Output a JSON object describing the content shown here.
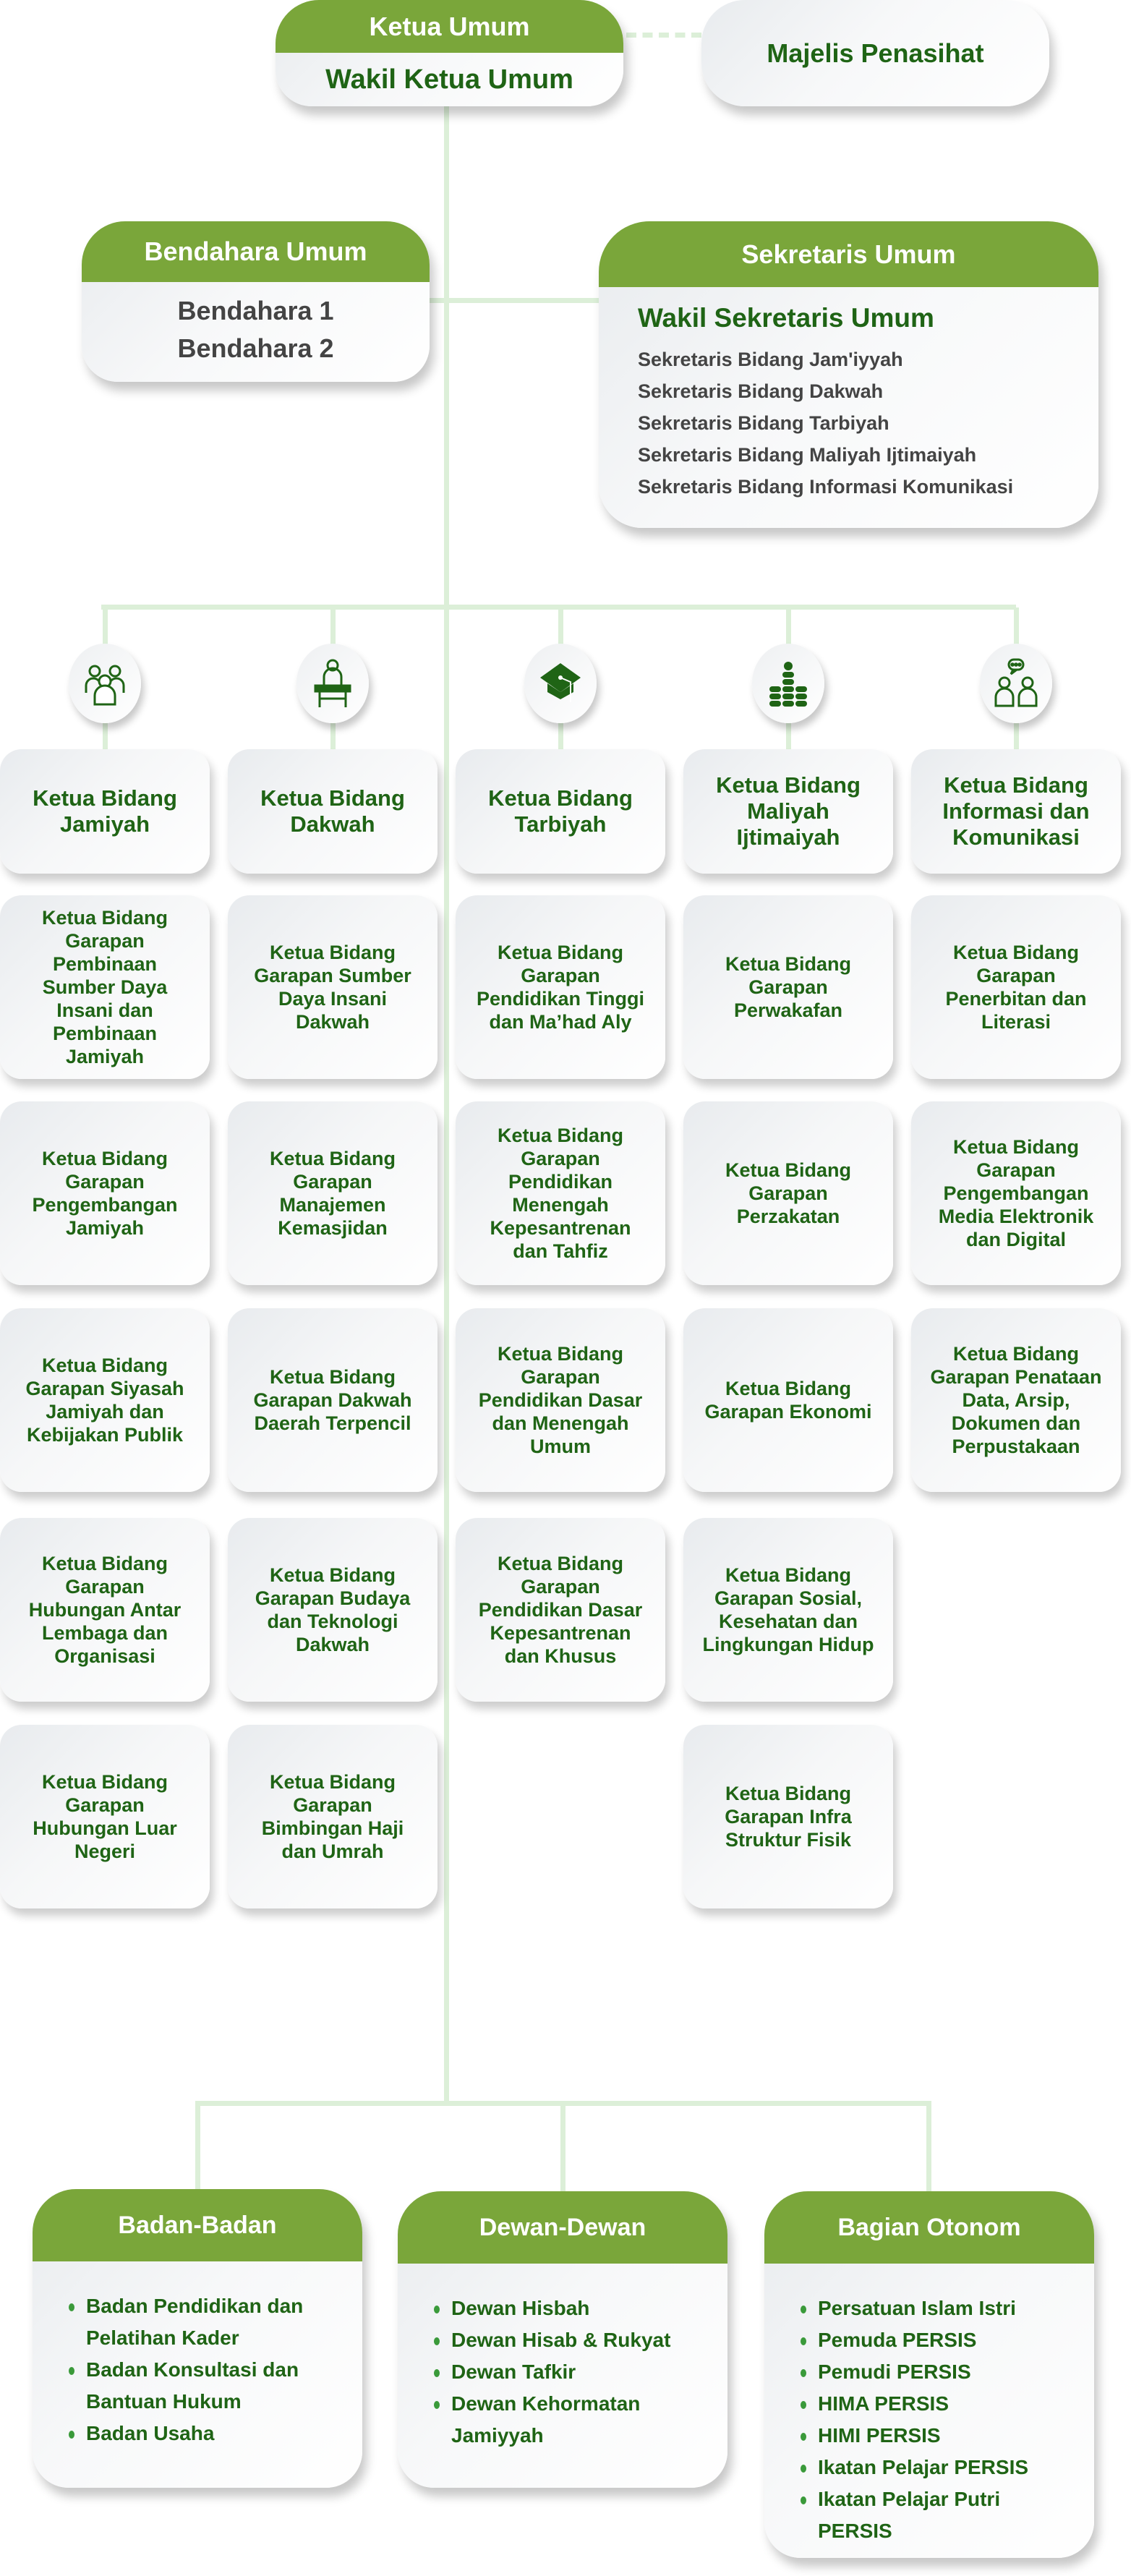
{
  "top": {
    "ketua_umum": "Ketua Umum",
    "wakil_ketua_umum": "Wakil Ketua Umum",
    "majelis": "Majelis Penasihat"
  },
  "bendahara": {
    "title": "Bendahara Umum",
    "items": [
      "Bendahara 1",
      "Bendahara 2"
    ]
  },
  "sekretaris": {
    "title": "Sekretaris Umum",
    "wakil": "Wakil Sekretaris Umum",
    "items": [
      "Sekretaris Bidang Jam'iyyah",
      "Sekretaris Bidang Dakwah",
      "Sekretaris Bidang Tarbiyah",
      "Sekretaris Bidang Maliyah Ijtimaiyah",
      "Sekretaris Bidang Informasi Komunikasi"
    ]
  },
  "colors": {
    "accent": "#7aa63a",
    "text_green": "#1f6415",
    "connector": "#dcefd8"
  },
  "columns": [
    {
      "icon": "people-group-icon",
      "head": "Ketua Bidang Jamiyah",
      "subs": [
        "Ketua Bidang Garapan Pembinaan Sumber Daya Insani dan Pembinaan Jamiyah",
        "Ketua Bidang Garapan Pengembangan Jamiyah",
        "Ketua Bidang Garapan Siyasah Jamiyah dan Kebijakan Publik",
        "Ketua Bidang Garapan Hubungan Antar Lembaga dan Organisasi",
        "Ketua Bidang Garapan Hubungan Luar Negeri"
      ]
    },
    {
      "icon": "speaker-podium-icon",
      "head": "Ketua Bidang Dakwah",
      "subs": [
        "Ketua Bidang Garapan Sumber Daya Insani Dakwah",
        "Ketua Bidang Garapan Manajemen Kemasjidan",
        "Ketua Bidang Garapan Dakwah Daerah Terpencil",
        "Ketua Bidang Garapan Budaya dan Teknologi Dakwah",
        "Ketua Bidang Garapan Bimbingan Haji dan Umrah"
      ]
    },
    {
      "icon": "graduation-cap-icon",
      "head": "Ketua Bidang Tarbiyah",
      "subs": [
        "Ketua Bidang Garapan Pendidikan Tinggi dan Ma’had Aly",
        "Ketua Bidang Garapan Pendidikan Menengah Kepesantrenan dan Tahfiz",
        "Ketua Bidang Garapan Pendidikan Dasar dan Menengah Umum",
        "Ketua Bidang Garapan Pendidikan Dasar Kepesantrenan dan Khusus"
      ]
    },
    {
      "icon": "coin-stack-icon",
      "head": "Ketua Bidang Maliyah Ijtimaiyah",
      "subs": [
        "Ketua Bidang Garapan Perwakafan",
        "Ketua Bidang Garapan Perzakatan",
        "Ketua Bidang Garapan Ekonomi",
        "Ketua Bidang Garapan Sosial, Kesehatan dan Lingkungan Hidup",
        "Ketua Bidang Garapan Infra Struktur Fisik"
      ]
    },
    {
      "icon": "people-chat-icon",
      "head": "Ketua Bidang Informasi dan Komunikasi",
      "subs": [
        "Ketua Bidang Garapan Penerbitan dan Literasi",
        "Ketua Bidang Garapan Pengembangan Media Elektronik dan Digital",
        "Ketua Bidang Garapan Penataan Data, Arsip, Dokumen dan Perpustakaan"
      ]
    }
  ],
  "bottom": [
    {
      "title": "Badan-Badan",
      "items": [
        "Badan Pendidikan dan Pelatihan Kader",
        "Badan Konsultasi dan Bantuan Hukum",
        "Badan Usaha"
      ]
    },
    {
      "title": "Dewan-Dewan",
      "items": [
        "Dewan Hisbah",
        "Dewan Hisab & Rukyat",
        "Dewan Tafkir",
        "Dewan Kehormatan Jamiyyah"
      ]
    },
    {
      "title": "Bagian Otonom",
      "items": [
        "Persatuan Islam Istri",
        "Pemuda PERSIS",
        "Pemudi PERSIS",
        "HIMA PERSIS",
        "HIMI PERSIS",
        "Ikatan Pelajar PERSIS",
        "Ikatan Pelajar Putri PERSIS"
      ]
    }
  ]
}
